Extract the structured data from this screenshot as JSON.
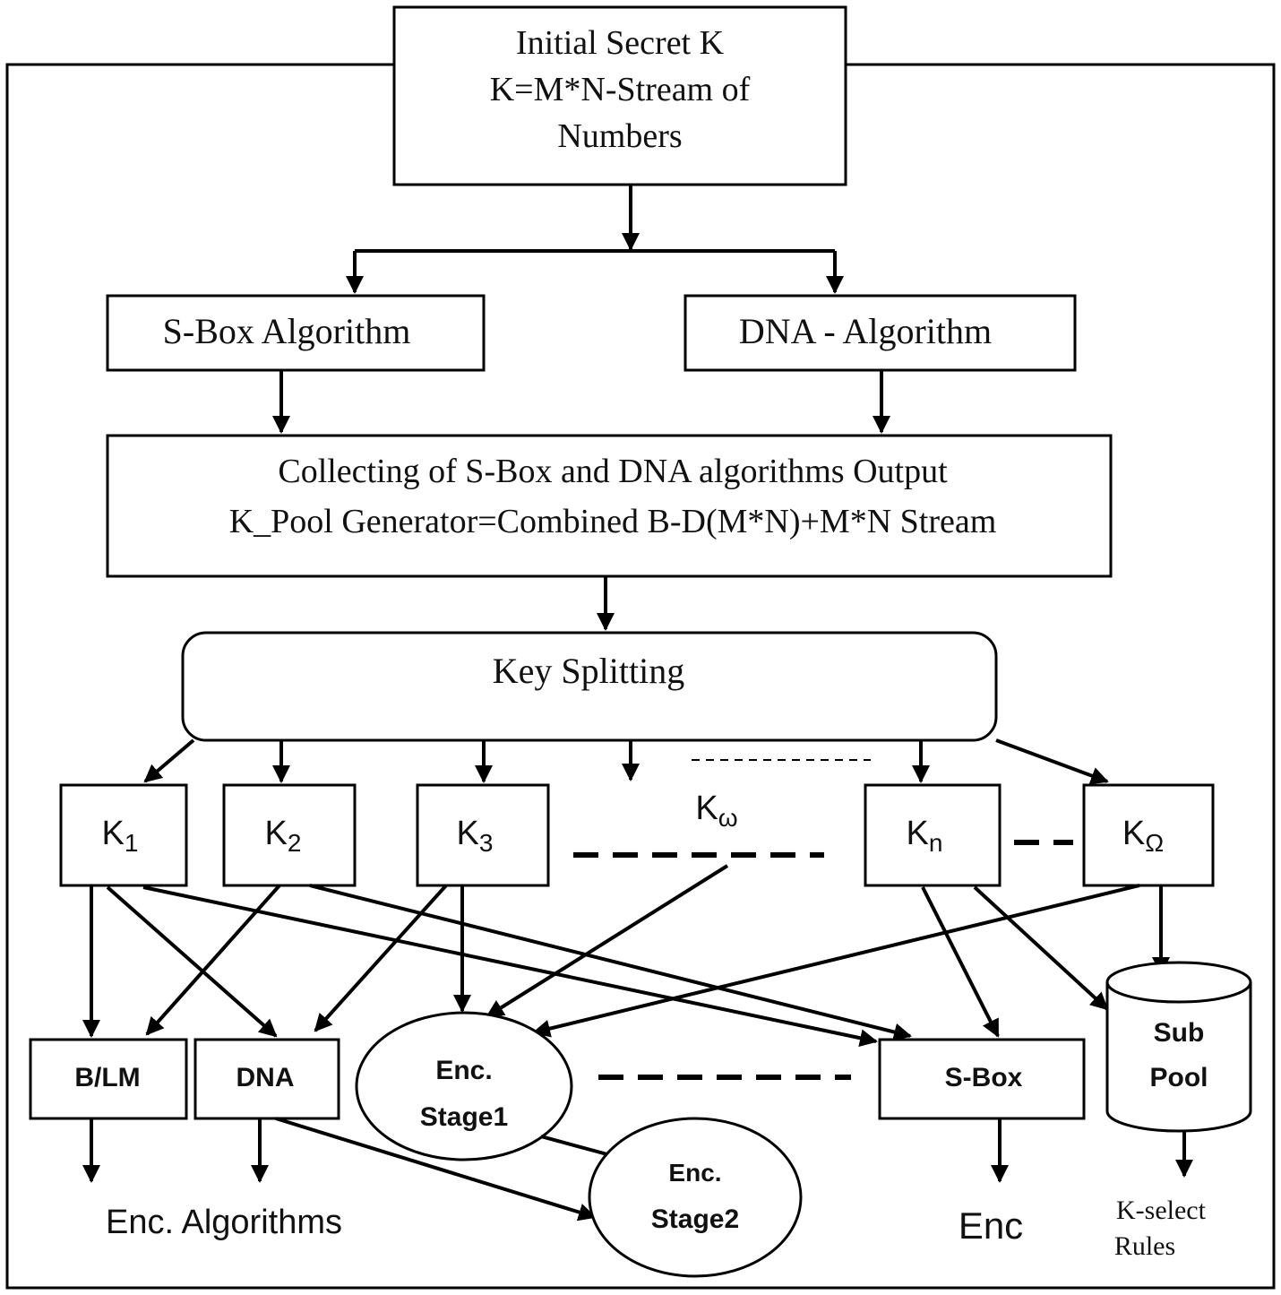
{
  "initial_secret": {
    "line1": "Initial Secret K",
    "line2": "K=M*N-Stream of",
    "line3": "Numbers"
  },
  "sbox_algorithm": "S-Box Algorithm",
  "dna_algorithm": "DNA - Algorithm",
  "collecting": {
    "line1": "Collecting of S-Box  and DNA algorithms Output",
    "line2": "K_Pool Generator=Combined B-D(M*N)+M*N Stream"
  },
  "key_splitting": "Key Splitting",
  "keys": [
    {
      "base": "K",
      "sub": "1"
    },
    {
      "base": "K",
      "sub": "2"
    },
    {
      "base": "K",
      "sub": "3"
    },
    {
      "base": "K",
      "sub": "ω"
    },
    {
      "base": "K",
      "sub": "n"
    },
    {
      "base": "K",
      "sub": "Ω"
    }
  ],
  "outputs": {
    "blm": "B/LM",
    "dna": "DNA",
    "enc_stage1": {
      "line1": "Enc.",
      "line2": "Stage1"
    },
    "enc_stage2": {
      "line1": "Enc.",
      "line2": "Stage2"
    },
    "sbox": "S-Box",
    "sub_pool": {
      "line1": "Sub",
      "line2": "Pool"
    }
  },
  "bottom_labels": {
    "enc_algorithms": "Enc. Algorithms",
    "enc": "Enc",
    "kselect_line1": "K-select",
    "kselect_line2": "Rules"
  }
}
